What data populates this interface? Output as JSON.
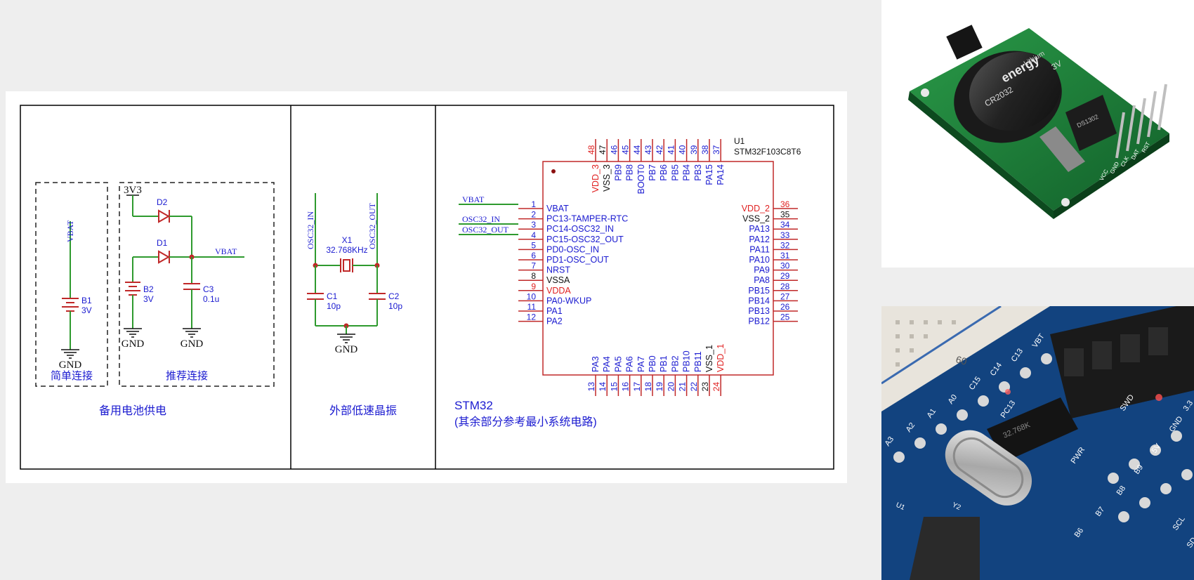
{
  "colors": {
    "wire": "#2e9a2e",
    "component": "#c02828",
    "label_blue": "#1a1ad0",
    "pin_red": "#e02020",
    "pin_black": "#111111",
    "frame": "#000000",
    "photo_pcb_green": "#1e7a34",
    "photo_pcb_blue": "#12437f"
  },
  "battery_section": {
    "title": "备用电池供电",
    "simple_label": "简单连接",
    "recommended_label": "推荐连接",
    "simple": {
      "net": "VBAT",
      "battery_ref": "B1",
      "battery_value": "3V",
      "gnd": "GND"
    },
    "recommended": {
      "supply": "3V3",
      "d2_ref": "D2",
      "d1_ref": "D1",
      "battery_ref": "B2",
      "battery_value": "3V",
      "cap_ref": "C3",
      "cap_value": "0.1u",
      "net_out": "VBAT",
      "gnd_left": "GND",
      "gnd_right": "GND"
    }
  },
  "oscillator_section": {
    "title": "外部低速晶振",
    "net_in": "OSC32_IN",
    "net_out": "OSC32_OUT",
    "crystal_ref": "X1",
    "crystal_value": "32.768KHz",
    "c1_ref": "C1",
    "c1_value": "10p",
    "c2_ref": "C2",
    "c2_value": "10p",
    "gnd": "GND"
  },
  "mcu_section": {
    "title": "STM32",
    "note": "(其余部分参考最小系统电路)",
    "ref": "U1",
    "part": "STM32F103C8T6",
    "net_labels": {
      "vbat": "VBAT",
      "osc_in": "OSC32_IN",
      "osc_out": "OSC32_OUT"
    },
    "left_pins": [
      {
        "num": "1",
        "name": "VBAT",
        "color": "blue"
      },
      {
        "num": "2",
        "name": "PC13-TAMPER-RTC",
        "color": "blue"
      },
      {
        "num": "3",
        "name": "PC14-OSC32_IN",
        "color": "blue"
      },
      {
        "num": "4",
        "name": "PC15-OSC32_OUT",
        "color": "blue"
      },
      {
        "num": "5",
        "name": "PD0-OSC_IN",
        "color": "blue"
      },
      {
        "num": "6",
        "name": "PD1-OSC_OUT",
        "color": "blue"
      },
      {
        "num": "7",
        "name": "NRST",
        "color": "blue"
      },
      {
        "num": "8",
        "name": "VSSA",
        "color": "black"
      },
      {
        "num": "9",
        "name": "VDDA",
        "color": "red"
      },
      {
        "num": "10",
        "name": "PA0-WKUP",
        "color": "blue"
      },
      {
        "num": "11",
        "name": "PA1",
        "color": "blue"
      },
      {
        "num": "12",
        "name": "PA2",
        "color": "blue"
      }
    ],
    "right_pins": [
      {
        "num": "36",
        "name": "VDD_2",
        "color": "red"
      },
      {
        "num": "35",
        "name": "VSS_2",
        "color": "black"
      },
      {
        "num": "34",
        "name": "PA13",
        "color": "blue"
      },
      {
        "num": "33",
        "name": "PA12",
        "color": "blue"
      },
      {
        "num": "32",
        "name": "PA11",
        "color": "blue"
      },
      {
        "num": "31",
        "name": "PA10",
        "color": "blue"
      },
      {
        "num": "30",
        "name": "PA9",
        "color": "blue"
      },
      {
        "num": "29",
        "name": "PA8",
        "color": "blue"
      },
      {
        "num": "28",
        "name": "PB15",
        "color": "blue"
      },
      {
        "num": "27",
        "name": "PB14",
        "color": "blue"
      },
      {
        "num": "26",
        "name": "PB13",
        "color": "blue"
      },
      {
        "num": "25",
        "name": "PB12",
        "color": "blue"
      }
    ],
    "top_pins": [
      {
        "num": "48",
        "name": "VDD_3",
        "color": "red"
      },
      {
        "num": "47",
        "name": "VSS_3",
        "color": "black"
      },
      {
        "num": "46",
        "name": "PB9",
        "color": "blue"
      },
      {
        "num": "45",
        "name": "PB8",
        "color": "blue"
      },
      {
        "num": "44",
        "name": "BOOT0",
        "color": "blue"
      },
      {
        "num": "43",
        "name": "PB7",
        "color": "blue"
      },
      {
        "num": "42",
        "name": "PB6",
        "color": "blue"
      },
      {
        "num": "41",
        "name": "PB5",
        "color": "blue"
      },
      {
        "num": "40",
        "name": "PB4",
        "color": "blue"
      },
      {
        "num": "39",
        "name": "PB3",
        "color": "blue"
      },
      {
        "num": "38",
        "name": "PA15",
        "color": "blue"
      },
      {
        "num": "37",
        "name": "PA14",
        "color": "blue"
      }
    ],
    "bottom_pins": [
      {
        "num": "13",
        "name": "PA3",
        "color": "blue"
      },
      {
        "num": "14",
        "name": "PA4",
        "color": "blue"
      },
      {
        "num": "15",
        "name": "PA5",
        "color": "blue"
      },
      {
        "num": "16",
        "name": "PA6",
        "color": "blue"
      },
      {
        "num": "17",
        "name": "PA7",
        "color": "blue"
      },
      {
        "num": "18",
        "name": "PB0",
        "color": "blue"
      },
      {
        "num": "19",
        "name": "PB1",
        "color": "blue"
      },
      {
        "num": "20",
        "name": "PB2",
        "color": "blue"
      },
      {
        "num": "21",
        "name": "PB10",
        "color": "blue"
      },
      {
        "num": "22",
        "name": "PB11",
        "color": "blue"
      },
      {
        "num": "23",
        "name": "VSS_1",
        "color": "black"
      },
      {
        "num": "24",
        "name": "VDD_1",
        "color": "red"
      }
    ]
  },
  "photo_rtc_module": {
    "battery_text": [
      "CR2032",
      "energy",
      "Lithium",
      "3V"
    ],
    "pin_labels": [
      "VCC",
      "GND",
      "CLK",
      "DAT",
      "RST"
    ],
    "chip_text": "DS1302"
  },
  "photo_dev_board": {
    "silk_labels": [
      "60",
      "VBT",
      "C13",
      "C14",
      "C15",
      "A0",
      "A1",
      "A2",
      "A3",
      "PC13",
      "PWR",
      "SWD",
      "3.3",
      "GND",
      "5V",
      "B9",
      "B8",
      "B7",
      "B6",
      "SCL",
      "SD",
      "Y2",
      "U1"
    ],
    "crystal_text": "32.768K"
  }
}
